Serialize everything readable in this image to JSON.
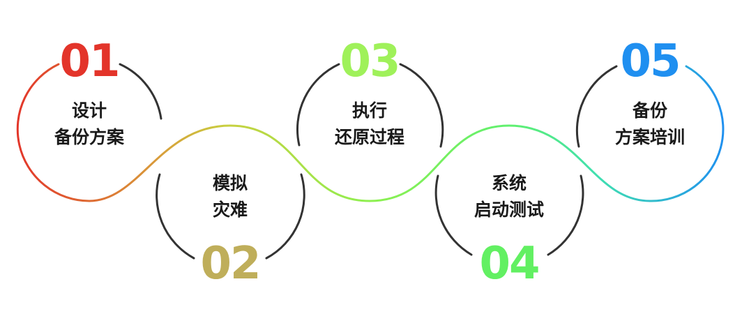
{
  "steps": [
    {
      "number": "01",
      "line1": "设计",
      "line2": "备份方案",
      "color": "#e3342a"
    },
    {
      "number": "02",
      "line1": "模拟",
      "line2": "灾难",
      "color": "#bfae5a"
    },
    {
      "number": "03",
      "line1": "执行",
      "line2": "还原过程",
      "color": "#9ff15a"
    },
    {
      "number": "04",
      "line1": "系统",
      "line2": "启动测试",
      "color": "#62f062"
    },
    {
      "number": "05",
      "line1": "备份",
      "line2": "方案培训",
      "color": "#1f8ff0"
    }
  ]
}
